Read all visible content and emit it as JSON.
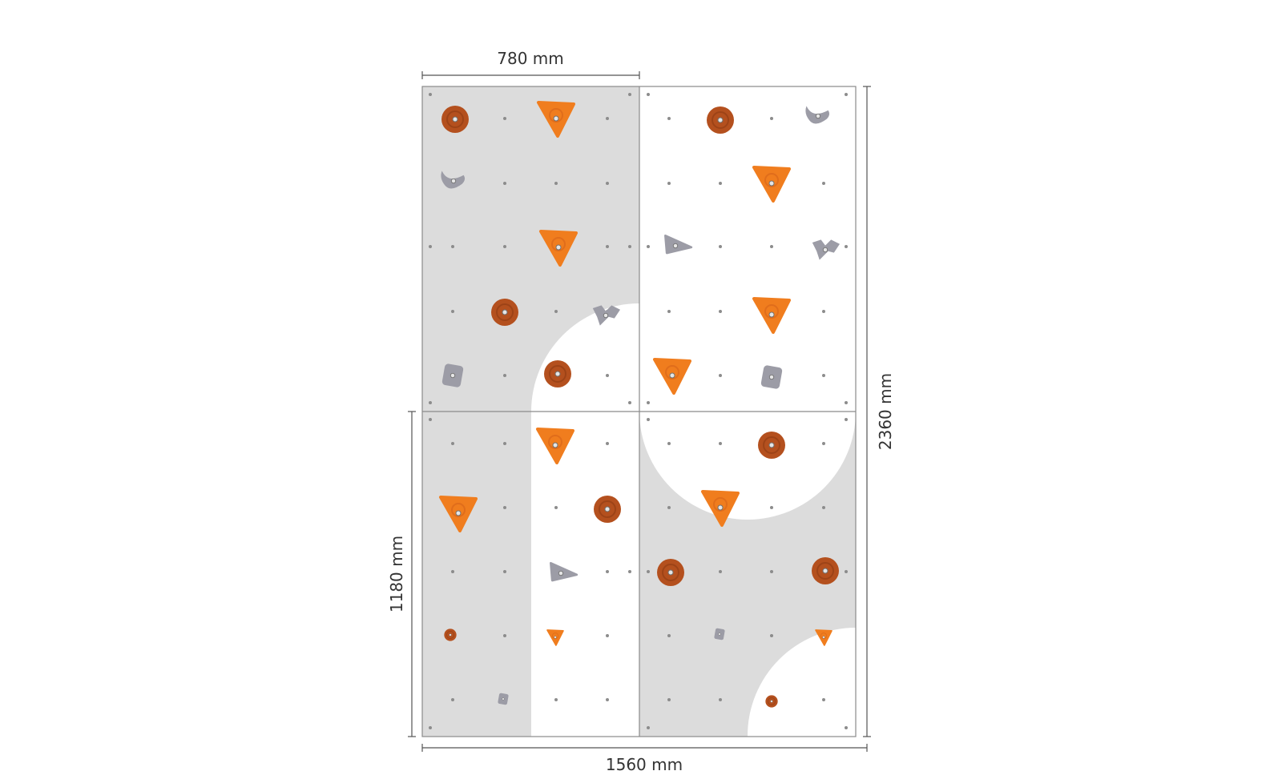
{
  "dimensions": {
    "top_width": "780 mm",
    "right_height": "2360 mm",
    "left_height": "1180 mm",
    "bottom_width": "1560 mm"
  },
  "colors": {
    "panel_gray": "#dcdcdc",
    "panel_white": "#ffffff",
    "border": "#8a8a8a",
    "dimension_line": "#555555",
    "bolt_dot": "#8c8c8c",
    "hold_orange": "#f07d1e",
    "hold_brown": "#b4501e",
    "hold_gray": "#9c9ca6"
  },
  "holds": [
    {
      "type": "round",
      "color": "brown",
      "size": "large",
      "panel": 1
    },
    {
      "type": "triangle",
      "color": "orange",
      "size": "large",
      "panel": 1
    },
    {
      "type": "crimp",
      "color": "gray",
      "size": "medium",
      "panel": 1
    },
    {
      "type": "triangle",
      "color": "orange",
      "size": "large",
      "panel": 1
    },
    {
      "type": "round",
      "color": "brown",
      "size": "large",
      "panel": 1
    },
    {
      "type": "sloper",
      "color": "gray",
      "size": "medium",
      "panel": 1
    },
    {
      "type": "square",
      "color": "gray",
      "size": "medium",
      "panel": 1
    },
    {
      "type": "round",
      "color": "brown",
      "size": "large",
      "panel": 1
    },
    {
      "type": "round",
      "color": "brown",
      "size": "large",
      "panel": 2
    },
    {
      "type": "crimp",
      "color": "gray",
      "size": "medium",
      "panel": 2
    },
    {
      "type": "triangle",
      "color": "orange",
      "size": "large",
      "panel": 2
    },
    {
      "type": "pinch",
      "color": "gray",
      "size": "medium",
      "panel": 2
    },
    {
      "type": "sloper",
      "color": "gray",
      "size": "medium",
      "panel": 2
    },
    {
      "type": "triangle",
      "color": "orange",
      "size": "large",
      "panel": 2
    },
    {
      "type": "triangle",
      "color": "orange",
      "size": "large",
      "panel": 2
    },
    {
      "type": "square",
      "color": "gray",
      "size": "medium",
      "panel": 2
    },
    {
      "type": "triangle",
      "color": "orange",
      "size": "large",
      "panel": 3
    },
    {
      "type": "triangle",
      "color": "orange",
      "size": "large",
      "panel": 3
    },
    {
      "type": "round",
      "color": "brown",
      "size": "large",
      "panel": 3
    },
    {
      "type": "pinch",
      "color": "gray",
      "size": "medium",
      "panel": 3
    },
    {
      "type": "round",
      "color": "brown",
      "size": "small",
      "panel": 3
    },
    {
      "type": "triangle",
      "color": "orange",
      "size": "small",
      "panel": 3
    },
    {
      "type": "square",
      "color": "gray",
      "size": "small",
      "panel": 3
    },
    {
      "type": "round",
      "color": "brown",
      "size": "large",
      "panel": 4
    },
    {
      "type": "triangle",
      "color": "orange",
      "size": "large",
      "panel": 4
    },
    {
      "type": "round",
      "color": "brown",
      "size": "large",
      "panel": 4
    },
    {
      "type": "round",
      "color": "brown",
      "size": "large",
      "panel": 4
    },
    {
      "type": "square",
      "color": "gray",
      "size": "small",
      "panel": 4
    },
    {
      "type": "triangle",
      "color": "orange",
      "size": "small",
      "panel": 4
    },
    {
      "type": "round",
      "color": "brown",
      "size": "small",
      "panel": 4
    }
  ]
}
